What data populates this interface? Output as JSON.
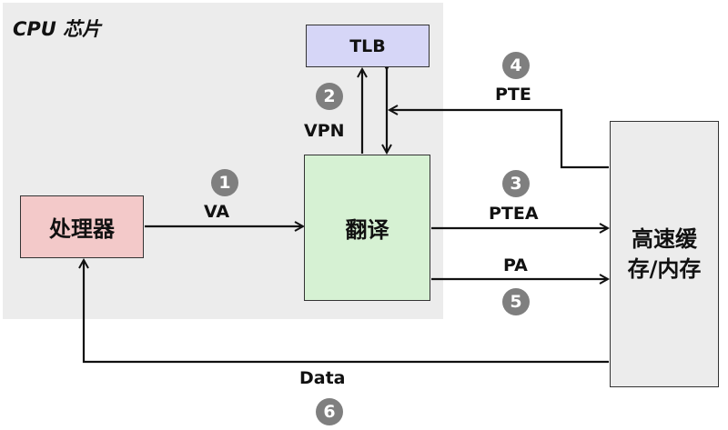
{
  "chip": {
    "title": "CPU 芯片"
  },
  "boxes": {
    "tlb": "TLB",
    "processor": "处理器",
    "translation": "翻译",
    "memory_line1": "高速缓",
    "memory_line2": "存/内存"
  },
  "labels": {
    "va": "VA",
    "vpn": "VPN",
    "pte": "PTE",
    "ptea": "PTEA",
    "pa": "PA",
    "data": "Data"
  },
  "steps": {
    "s1": "1",
    "s2": "2",
    "s3": "3",
    "s4": "4",
    "s5": "5",
    "s6": "6"
  },
  "colors": {
    "chip_bg": "#ececec",
    "tlb_bg": "#d6d6f7",
    "processor_bg": "#f3c9c9",
    "translation_bg": "#d6f1d3",
    "step_circle": "#7f7f7f"
  }
}
